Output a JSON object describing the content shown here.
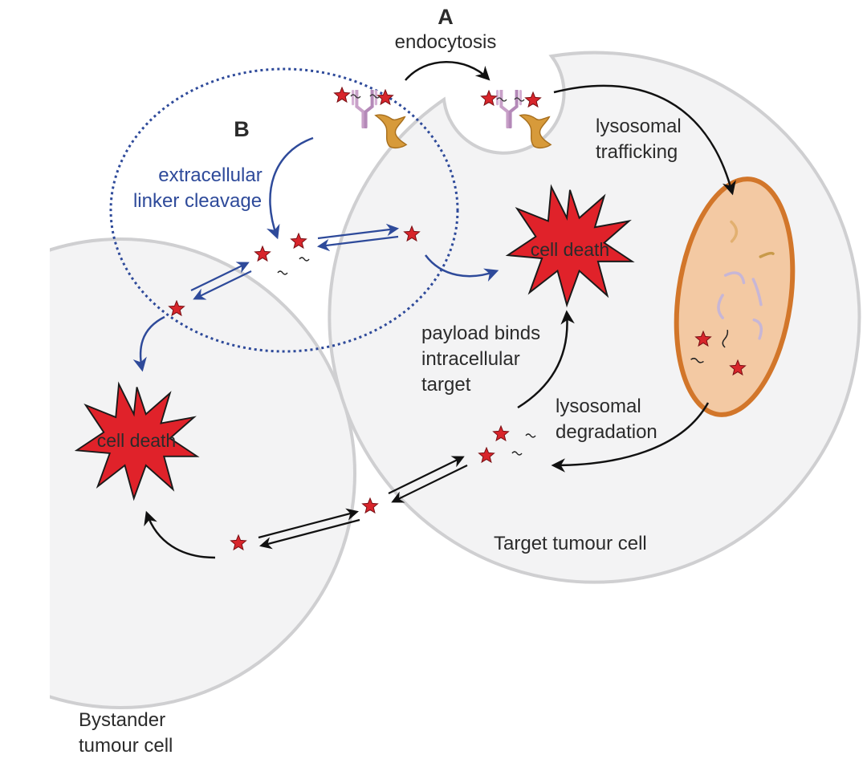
{
  "labels": {
    "step_a": "A",
    "endocytosis": "endocytosis",
    "step_b": "B",
    "extracellular_line1": "extracellular",
    "extracellular_line2": "linker cleavage",
    "lysosomal_trafficking_line1": "lysosomal",
    "lysosomal_trafficking_line2": "trafficking",
    "cell_death_target": "cell death",
    "cell_death_bystander": "cell death",
    "payload_line1": "payload binds",
    "payload_line2": "intracellular",
    "payload_line3": "target",
    "lysosomal_degradation_line1": "lysosomal",
    "lysosomal_degradation_line2": "degradation",
    "target_cell": "Target tumour cell",
    "bystander_line1": "Bystander",
    "bystander_line2": "tumour cell"
  },
  "colors": {
    "cell_fill": "#f3f3f4",
    "cell_stroke": "#cfcfd1",
    "payload_star": "#d8252b",
    "cell_death_fill": "#e0222a",
    "extracellular_blue": "#2e4a9a",
    "arrow_black": "#111111",
    "lysosome_fill": "#f3c9a3",
    "lysosome_stroke": "#d2762a",
    "antibody_pink": "#c8a0c8",
    "antigen_orange": "#d79a3a"
  },
  "icons": {
    "payload": "star-icon",
    "antibody": "antibody-icon",
    "antigen": "antigen-receptor-icon",
    "linker": "linker-fragment-icon",
    "lysosome": "lysosome-icon",
    "cell_death": "explosion-burst-icon"
  }
}
